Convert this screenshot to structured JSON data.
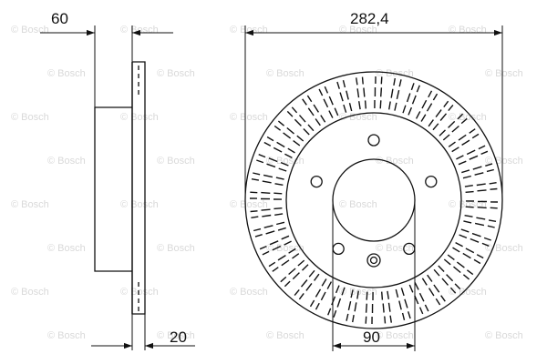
{
  "drawing": {
    "part": "brake disc",
    "line_color": "#111111",
    "watermark_color": "#d9d9d9",
    "watermark_text": "© Bosch"
  },
  "dimensions": {
    "hub_height": "60",
    "outer_diameter": "282,4",
    "disc_thickness": "20",
    "center_bore": "90"
  }
}
